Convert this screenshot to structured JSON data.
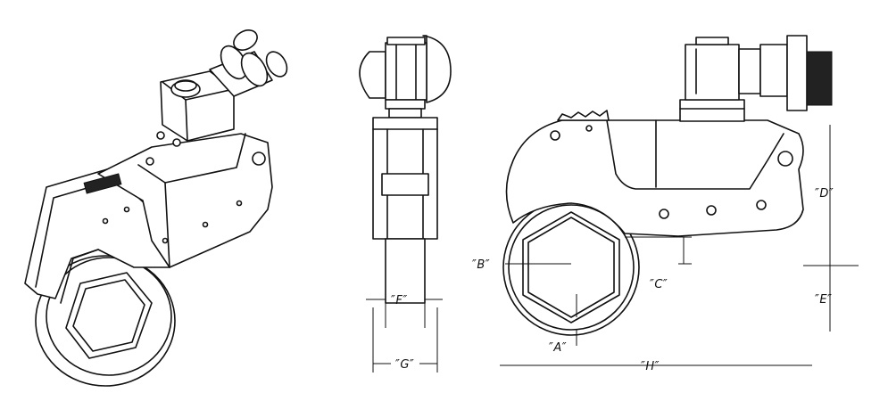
{
  "dimensions": {
    "A": "″A″",
    "B": "″B″",
    "C": "″C″",
    "D": "″D″",
    "E": "″E″",
    "F": "″F″",
    "G": "″G″",
    "H": "″H″"
  },
  "colors": {
    "line": "#111111",
    "background": "#ffffff",
    "knurl": "#222222"
  }
}
